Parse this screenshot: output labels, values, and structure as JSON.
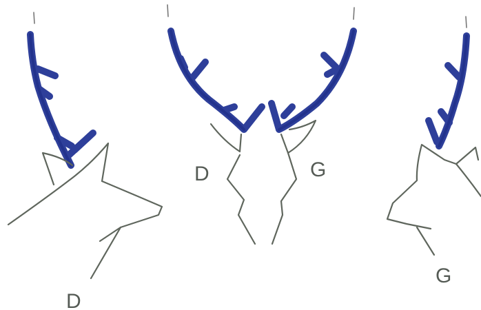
{
  "figure": {
    "colors": {
      "antler": "#2e3f9a",
      "outline": "#5f665d",
      "label": "#555b55"
    },
    "panels": [
      {
        "view": "left-profile",
        "side_label": "D"
      },
      {
        "view": "front",
        "left_label": "D",
        "right_label": "G"
      },
      {
        "view": "right-profile",
        "side_label": "G"
      }
    ]
  }
}
